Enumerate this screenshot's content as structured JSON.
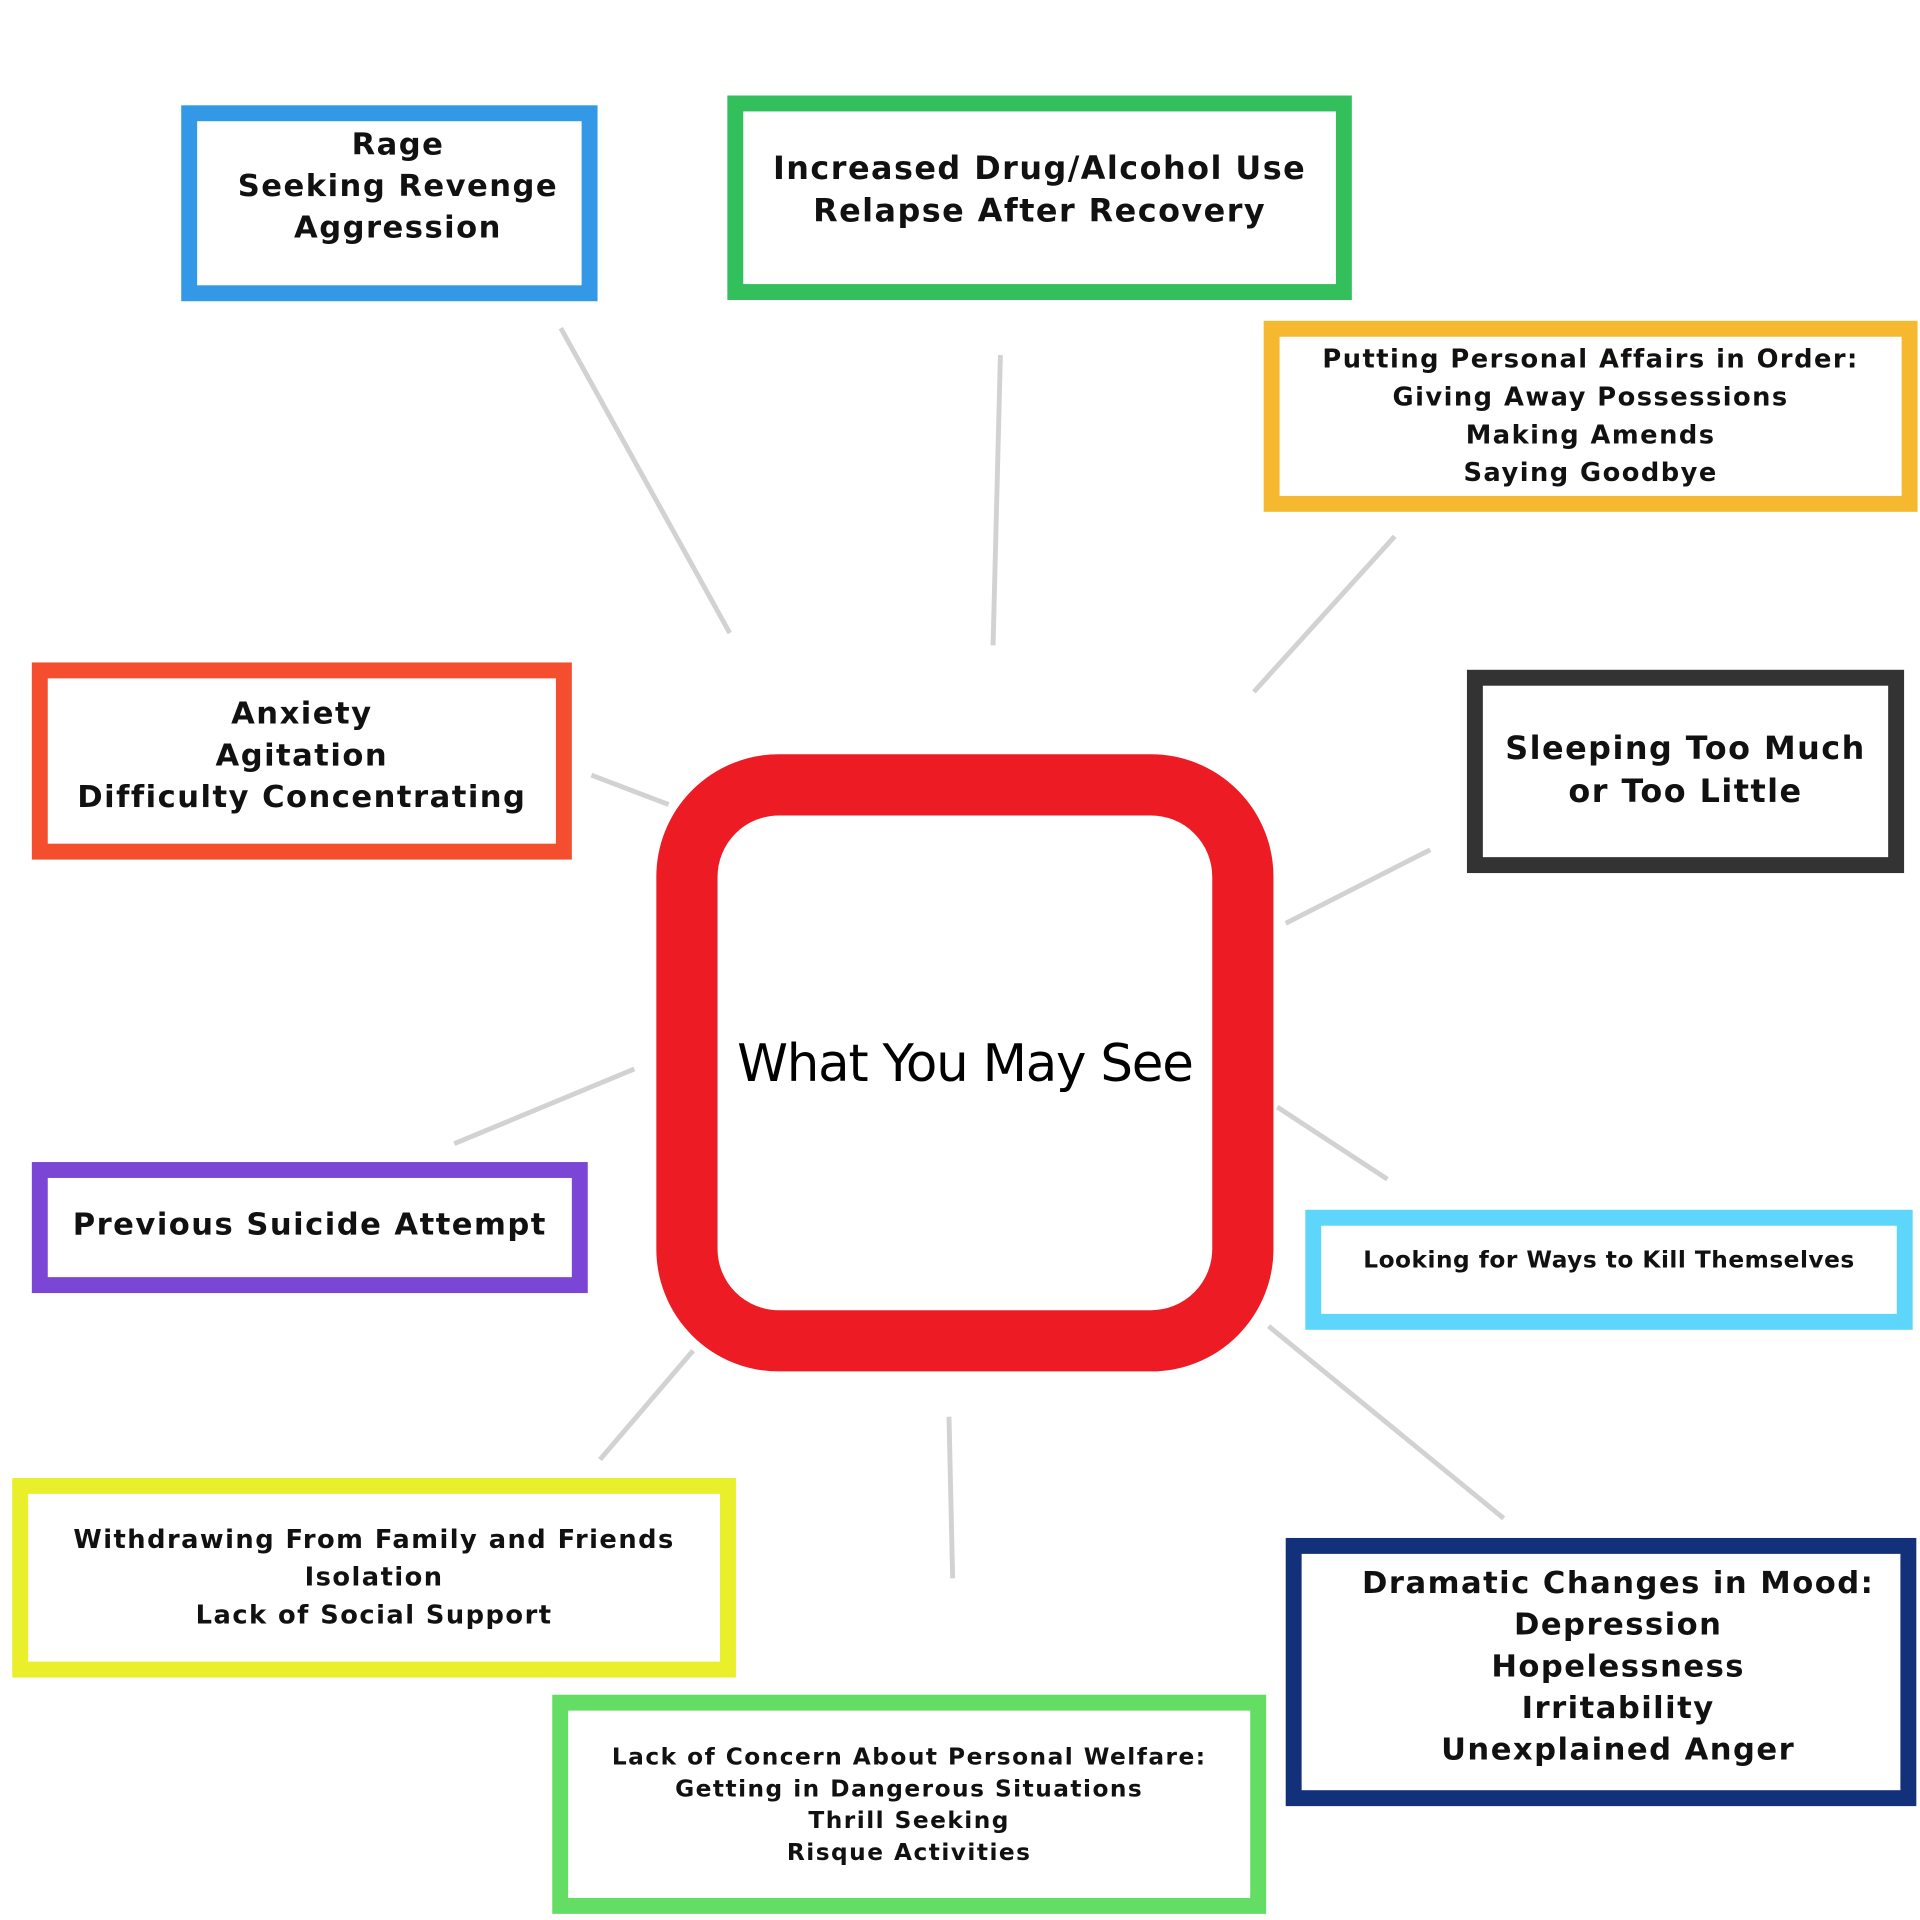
{
  "center": {
    "title": "What You May See",
    "color": "#ed1c24"
  },
  "boxes": [
    {
      "id": "anger",
      "color": "#3399e6",
      "lines": [
        "Rage",
        "Seeking Revenge",
        "Aggression"
      ]
    },
    {
      "id": "substance",
      "color": "#33bf5c",
      "lines": [
        "Increased Drug/Alcohol Use",
        "Relapse After Recovery"
      ]
    },
    {
      "id": "affairs",
      "color": "#f6b82e",
      "lines": [
        "Putting Personal Affairs in Order:",
        "Giving Away Possessions",
        "Making Amends",
        "Saying Goodbye"
      ]
    },
    {
      "id": "sleep",
      "color": "#333333",
      "lines": [
        "Sleeping Too Much",
        "or Too Little"
      ]
    },
    {
      "id": "anxiety",
      "color": "#f44e2e",
      "lines": [
        "Anxiety",
        "Agitation",
        "Difficulty Concentrating"
      ]
    },
    {
      "id": "attempt",
      "color": "#7b45d6",
      "lines": [
        "Previous Suicide Attempt"
      ]
    },
    {
      "id": "ways",
      "color": "#5ed6fb",
      "lines": [
        "Looking for Ways to Kill Themselves"
      ]
    },
    {
      "id": "withdraw",
      "color": "#e9ef2a",
      "lines": [
        "Withdrawing From Family and Friends",
        "Isolation",
        "Lack of Social Support"
      ]
    },
    {
      "id": "welfare",
      "color": "#63dd63",
      "lines": [
        "Lack of Concern About Personal Welfare:",
        "Getting in Dangerous Situations",
        "Thrill Seeking",
        "Risque Activities"
      ]
    },
    {
      "id": "mood",
      "color": "#13307a",
      "lines": [
        "Dramatic Changes in Mood:",
        "Depression",
        "Hopelessness",
        "Irritability",
        "Unexplained Anger"
      ]
    }
  ]
}
